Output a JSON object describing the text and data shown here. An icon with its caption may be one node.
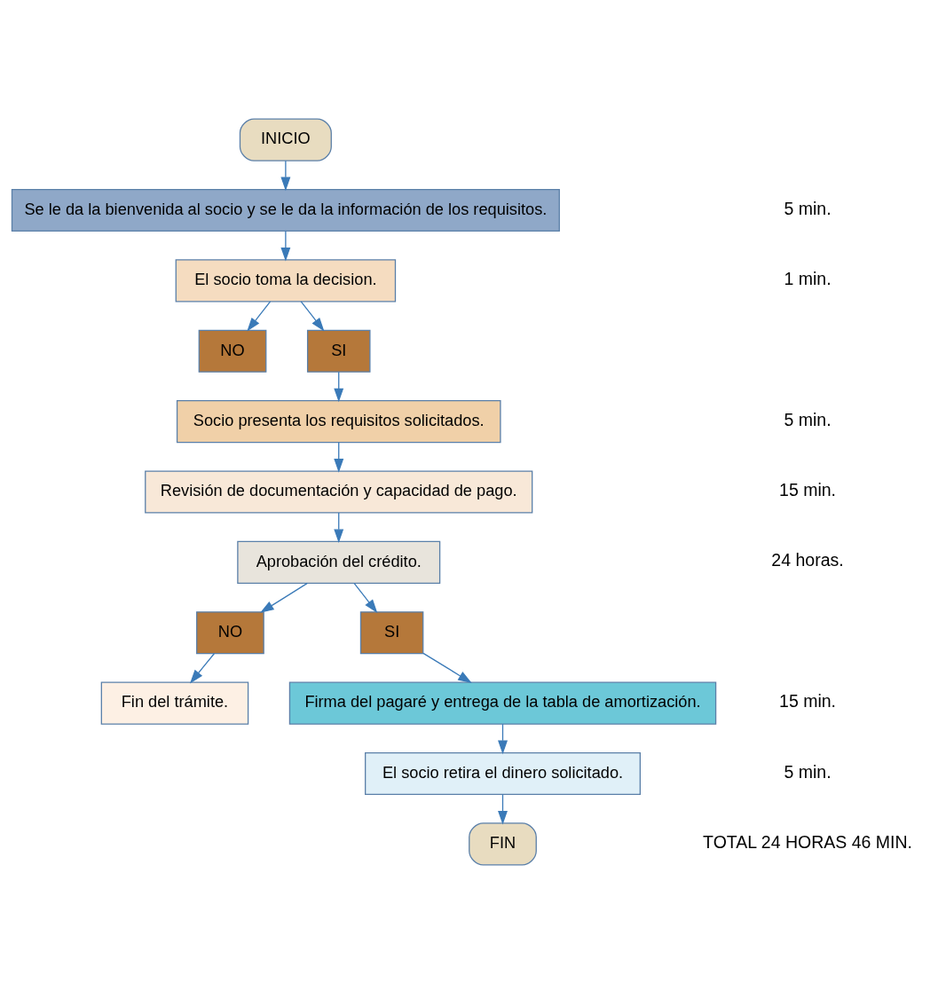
{
  "diagram": {
    "nodes": [
      {
        "text": [
          "INICIO"
        ]
      },
      {
        "text": [
          "Se le da la bienvenida al socio y se le da la información de los requisitos."
        ]
      },
      {
        "text": [
          "El socio toma la decision."
        ]
      },
      {
        "text": [
          "NO"
        ]
      },
      {
        "text": [
          "SI"
        ]
      },
      {
        "text": [
          "Socio presenta los requisitos solicitados."
        ]
      },
      {
        "text": [
          "Revisión de documentación y capacidad de pago."
        ]
      },
      {
        "text": [
          "Aprobación del crédito."
        ]
      },
      {
        "text": [
          "NO"
        ]
      },
      {
        "text": [
          "Fin del trámite."
        ]
      },
      {
        "text": [
          "SI"
        ]
      },
      {
        "text": [
          "Firma del pagaré y entrega de la tabla de amortización."
        ]
      },
      {
        "text": [
          "El socio retira el dinero solicitado."
        ]
      },
      {
        "text": [
          "FIN"
        ]
      }
    ],
    "edges": [
      {
        "from": 0,
        "to": 1,
        "arrow": "to"
      },
      {
        "from": 1,
        "to": 2,
        "arrow": "to"
      },
      {
        "from": 2,
        "to": 3,
        "arrow": "to"
      },
      {
        "from": 2,
        "to": 4,
        "arrow": "to"
      },
      {
        "from": 4,
        "to": 5,
        "arrow": "to"
      },
      {
        "from": 5,
        "to": 6,
        "arrow": "to"
      },
      {
        "from": 6,
        "to": 7,
        "arrow": "to"
      },
      {
        "from": 7,
        "to": 8,
        "arrow": "to"
      },
      {
        "from": 8,
        "to": 9,
        "arrow": "to"
      },
      {
        "from": 7,
        "to": 10,
        "arrow": "to"
      },
      {
        "from": 10,
        "to": 11,
        "arrow": "to"
      },
      {
        "from": 11,
        "to": 12,
        "arrow": "to"
      },
      {
        "from": 12,
        "to": 13,
        "arrow": "to"
      }
    ],
    "labels": [
      "5 min.",
      "1 min.",
      "5 min.",
      "15 min.",
      "24 horas.",
      "15 min.",
      "5 min.",
      "TOTAL 24 HORAS 46 MIN."
    ]
  }
}
